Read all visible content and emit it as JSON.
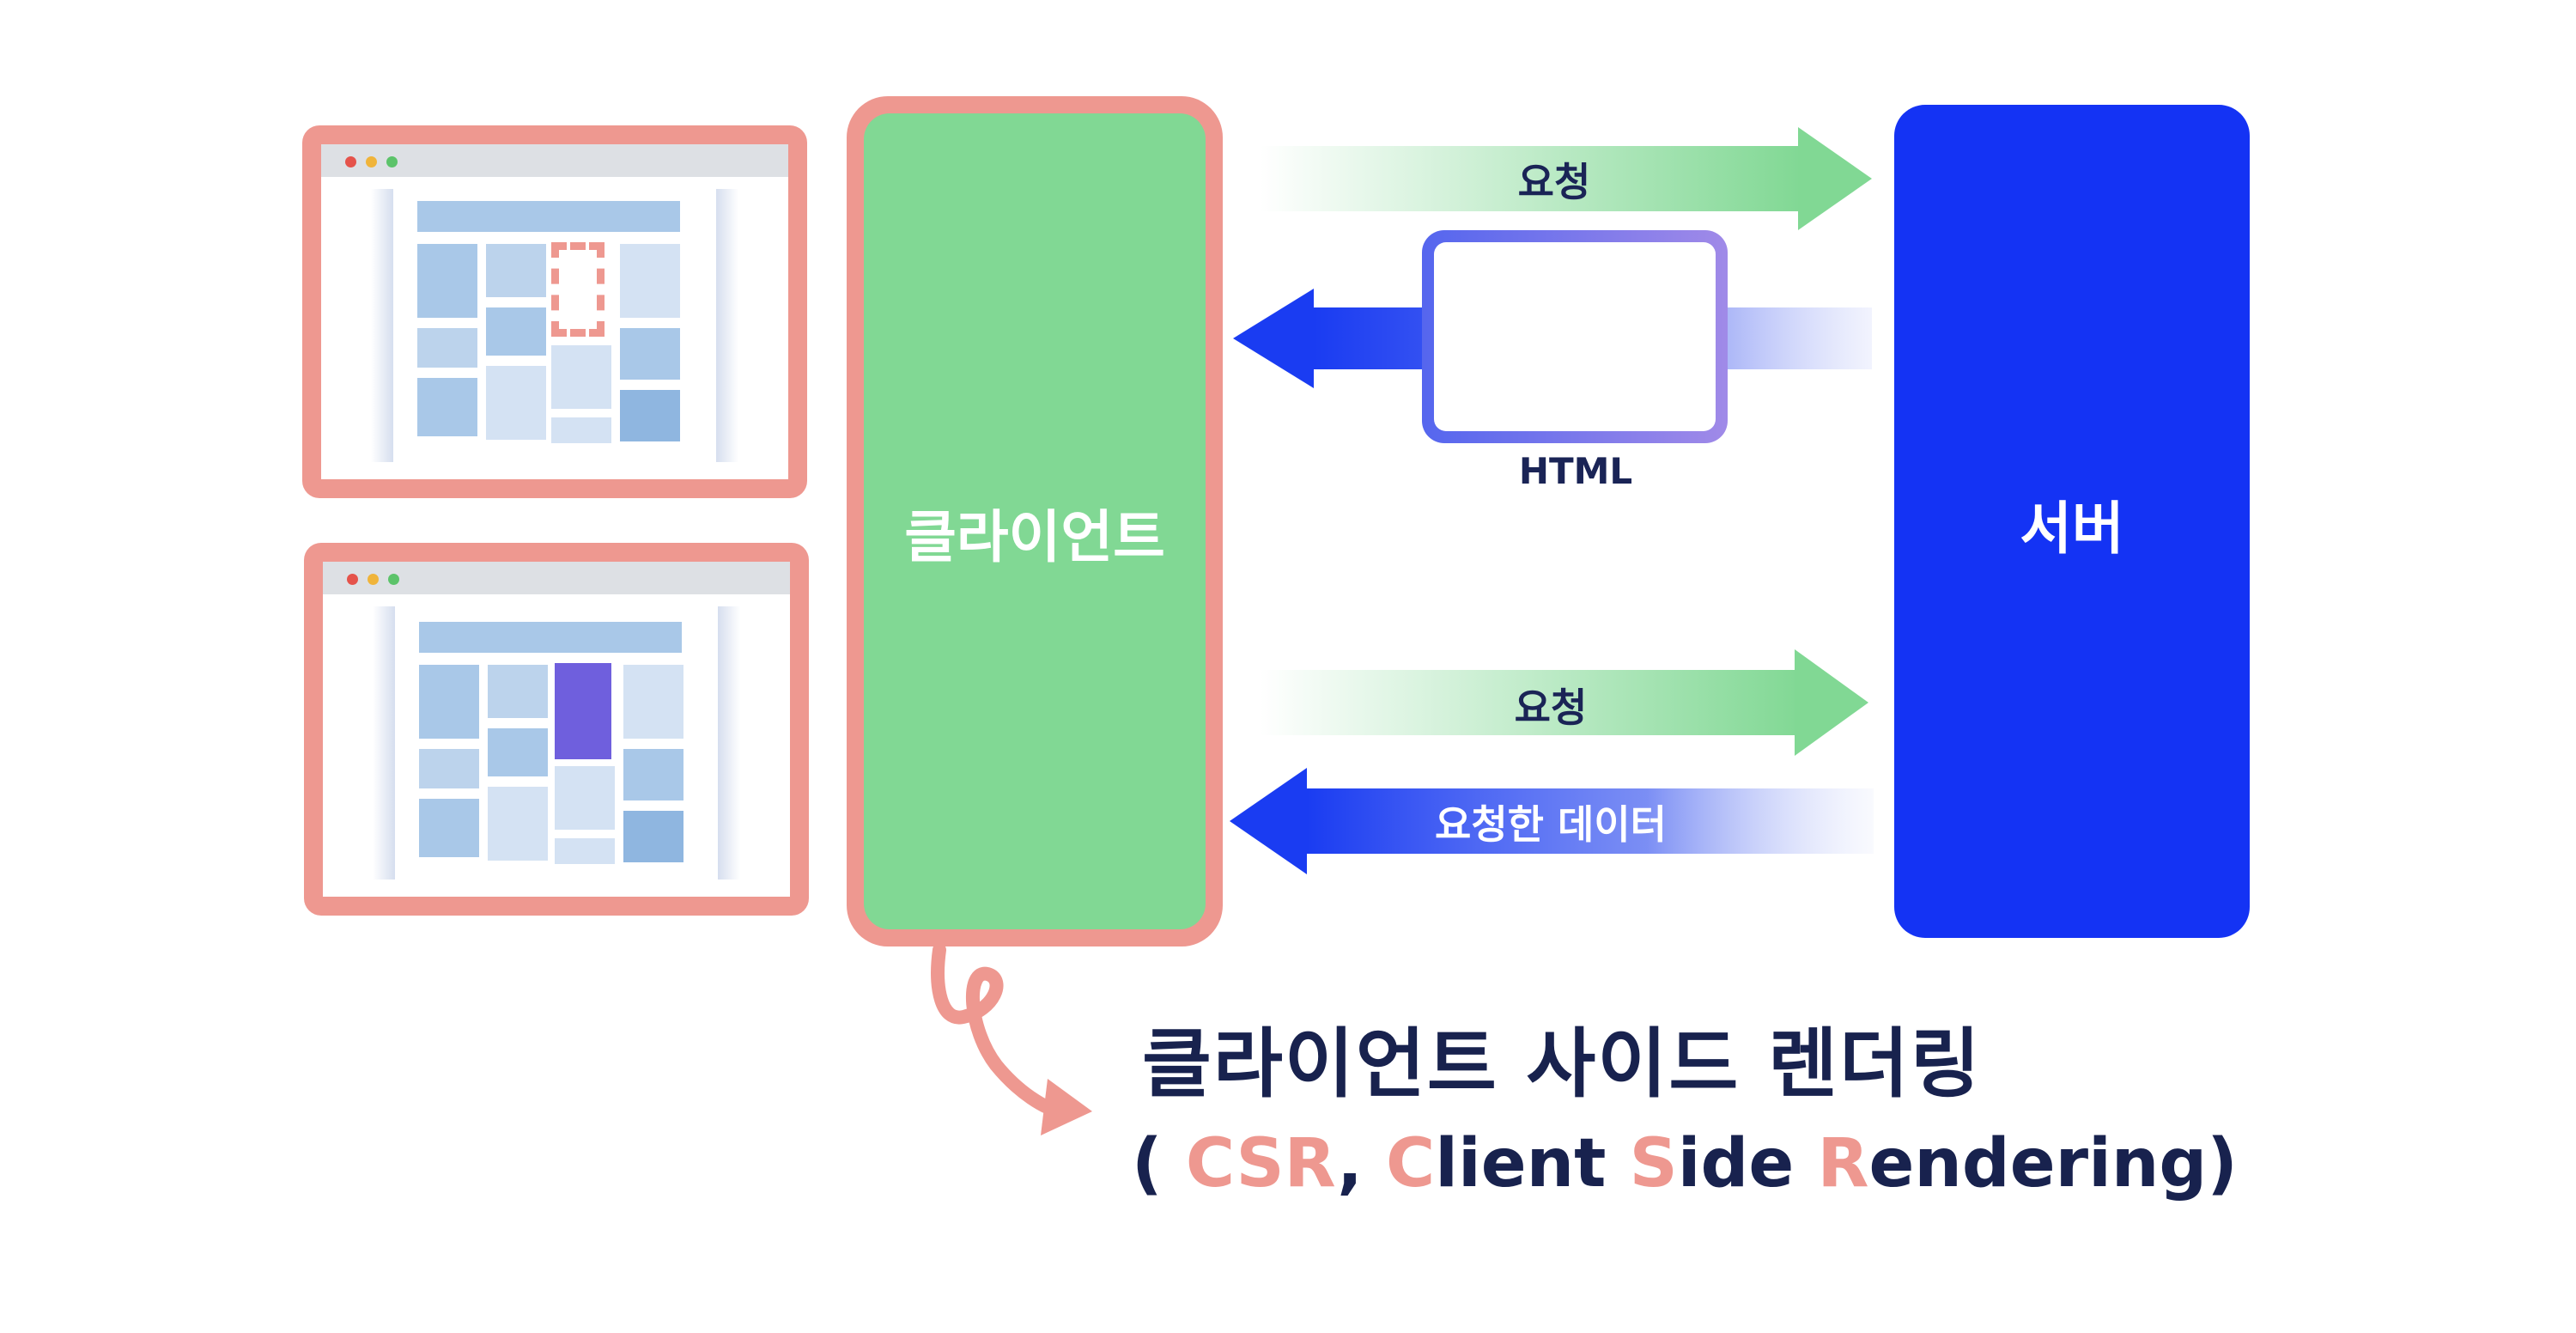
{
  "labels": {
    "client": "클라이언트",
    "server": "서버",
    "request_top": "요청",
    "html": "HTML",
    "request_bottom": "요청",
    "response_data": "요청한 데이터"
  },
  "caption": {
    "title": "클라이언트 사이드 렌더링",
    "subtitle_parts": {
      "open": "( ",
      "csr": "CSR",
      "comma": ", ",
      "c": "C",
      "lient": "lient ",
      "s": "S",
      "ide": "ide ",
      "r": "R",
      "endering": "endering)"
    }
  },
  "colors": {
    "client_fill": "#81d894",
    "client_border": "#ee9890",
    "server_fill": "#1433f4",
    "request_arrow": "#81d894",
    "response_arrow": "#1a3cf2",
    "caption_text": "#18224e",
    "highlight": "#ee9890",
    "dynamic_block": "#6f5fdd"
  },
  "browsers": [
    {
      "name": "browser-before",
      "highlighted_block": "placeholder-dashed"
    },
    {
      "name": "browser-after",
      "highlighted_block": "filled-purple"
    }
  ]
}
